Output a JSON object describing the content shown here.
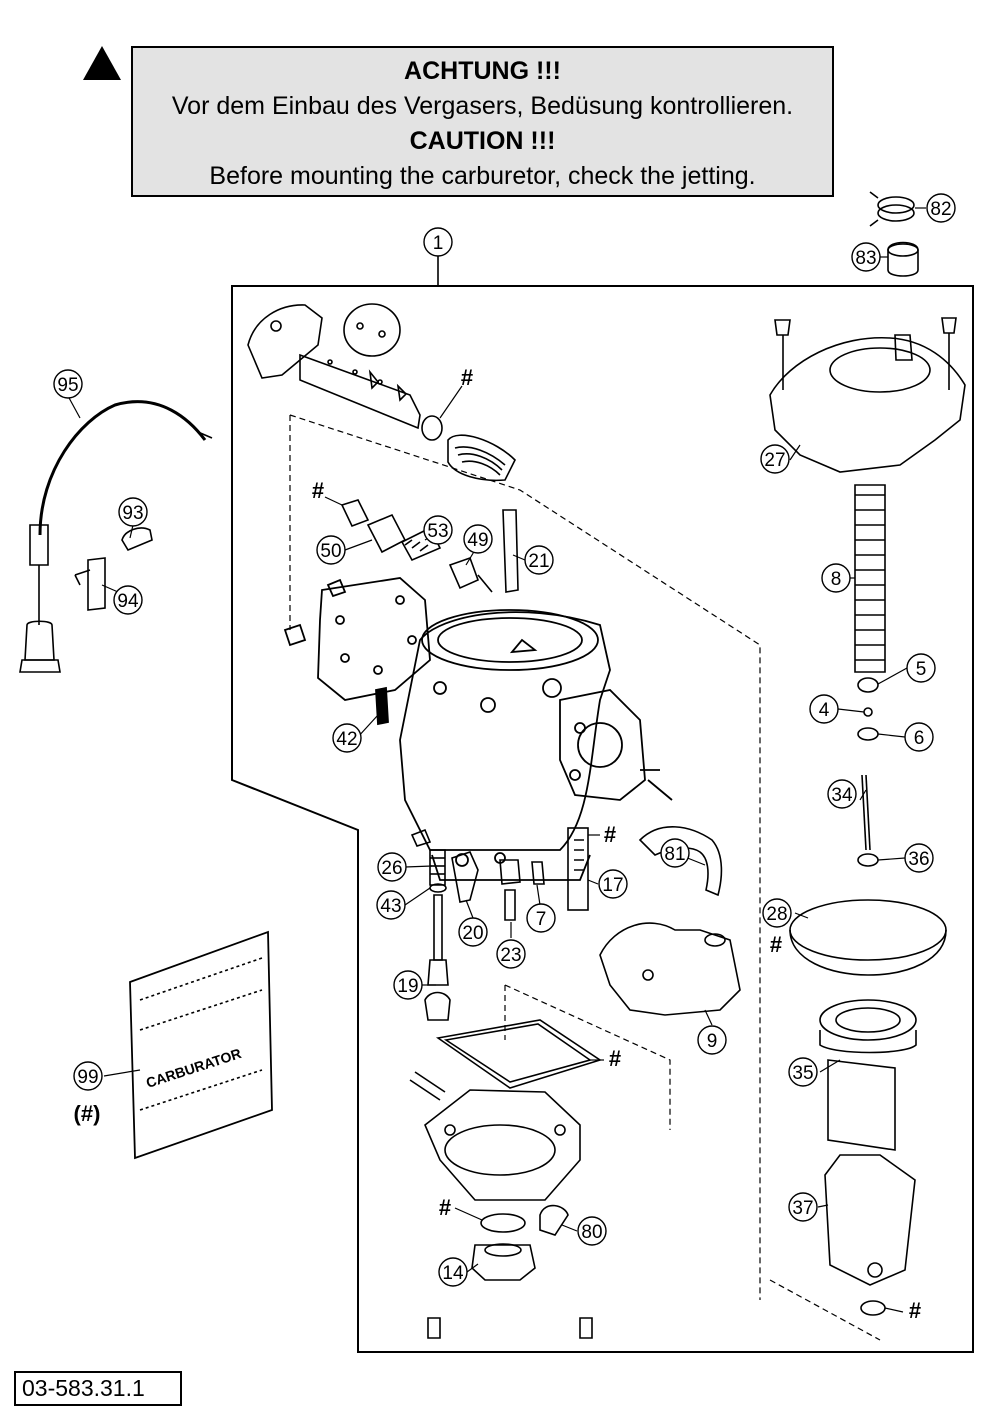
{
  "caution": {
    "line1": "ACHTUNG !!!",
    "line2": "Vor dem Einbau des Vergasers, Bedüsung kontrollieren.",
    "line3": "CAUTION !!!",
    "line4": "Before mounting the carburetor, check the jetting."
  },
  "diagram_code": "03-583.31.1",
  "hash_symbol": "#",
  "kit_note": "(#)",
  "bag_text": "CARBURATOR",
  "parts": {
    "p1": "1",
    "p4": "4",
    "p5": "5",
    "p6": "6",
    "p7": "7",
    "p8": "8",
    "p9": "9",
    "p14": "14",
    "p17": "17",
    "p19": "19",
    "p20": "20",
    "p21": "21",
    "p23": "23",
    "p26": "26",
    "p27": "27",
    "p28": "28",
    "p34": "34",
    "p35": "35",
    "p36": "36",
    "p37": "37",
    "p42": "42",
    "p43": "43",
    "p49": "49",
    "p50": "50",
    "p53": "53",
    "p80": "80",
    "p81": "81",
    "p82": "82",
    "p83": "83",
    "p93": "93",
    "p94": "94",
    "p95": "95",
    "p99": "99"
  }
}
